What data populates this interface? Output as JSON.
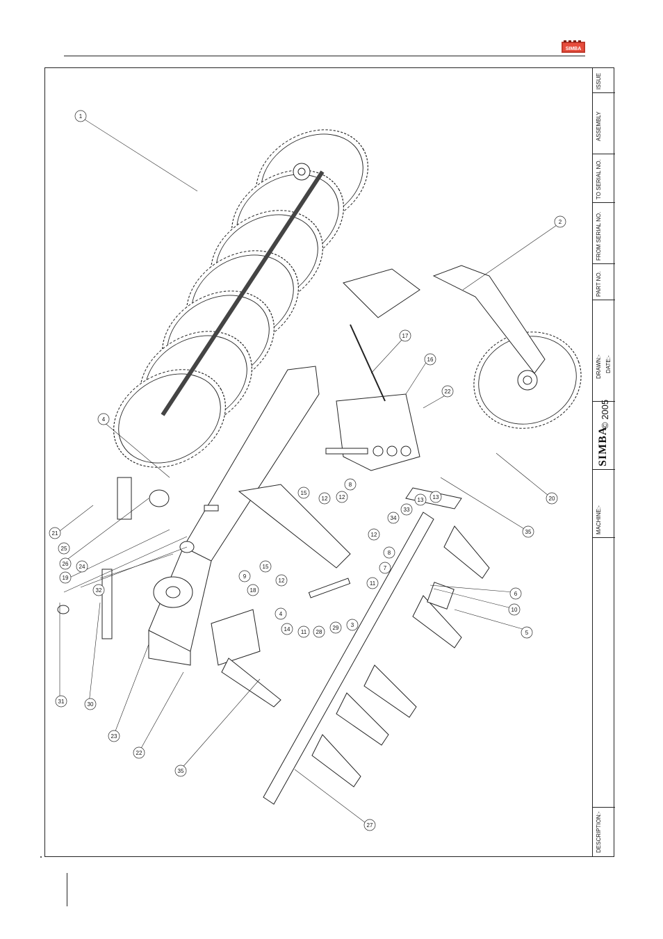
{
  "brand": {
    "logo_text": "SIMBA",
    "color": "#c0392b"
  },
  "title_block": {
    "issue": "ISSUE",
    "assembly": "ASSEMBLY",
    "to_serial": "TO SERIAL NO.",
    "from_serial": "FROM SERIAL NO.",
    "part_no": "PART NO.",
    "drawn": "DRAWN:-",
    "date": "DATE:-",
    "copyright": "© 2005",
    "simba": "SIMBA",
    "machine": "MACHINE:-",
    "description": "DESCRIPTION:-"
  },
  "callouts": [
    "1",
    "2",
    "3",
    "4",
    "4",
    "5",
    "6",
    "7",
    "8",
    "8",
    "9",
    "10",
    "11",
    "11",
    "12",
    "12",
    "12",
    "12",
    "13",
    "13",
    "14",
    "15",
    "15",
    "16",
    "17",
    "18",
    "19",
    "20",
    "21",
    "22",
    "22",
    "23",
    "24",
    "25",
    "26",
    "27",
    "28",
    "29",
    "30",
    "31",
    "32",
    "33",
    "34",
    "35",
    "35"
  ]
}
